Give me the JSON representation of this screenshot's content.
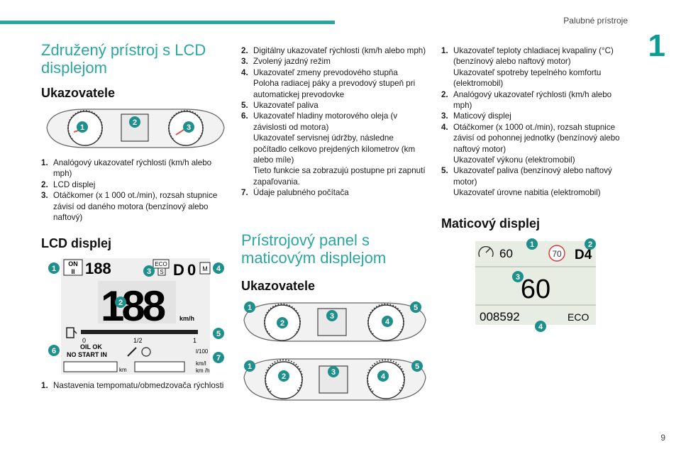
{
  "header": {
    "running_title": "Palubné prístroje",
    "chapter": "1",
    "page_number": "9"
  },
  "col1": {
    "section_title": "Združený prístroj s LCD displejom",
    "sub1": "Ukazovatele",
    "list1": [
      {
        "n": "1.",
        "text": "Analógový ukazovateľ rýchlosti (km/h alebo mph)"
      },
      {
        "n": "2.",
        "text": "LCD displej"
      },
      {
        "n": "3.",
        "text": "Otáčkomer (x 1 000 ot./min), rozsah stupnice závisí od daného motora (benzínový alebo naftový)"
      }
    ],
    "sub2": "LCD displej",
    "list2": [
      {
        "n": "1.",
        "text": "Nastavenia tempomatu/obmedzovača rýchlosti"
      }
    ]
  },
  "col2": {
    "list1": [
      {
        "n": "2.",
        "lines": [
          "Digitálny ukazovateľ rýchlosti (km/h alebo mph)"
        ]
      },
      {
        "n": "3.",
        "lines": [
          "Zvolený jazdný režim"
        ]
      },
      {
        "n": "4.",
        "lines": [
          "Ukazovateľ zmeny prevodového stupňa",
          "Poloha radiacej páky a prevodový stupeň pri automatickej prevodovke"
        ]
      },
      {
        "n": "5.",
        "lines": [
          "Ukazovateľ paliva"
        ]
      },
      {
        "n": "6.",
        "lines": [
          "Ukazovateľ hladiny motorového oleja (v závislosti od motora)",
          "Ukazovateľ servisnej údržby, následne počítadlo celkovo prejdených kilometrov (km alebo míle)",
          "Tieto funkcie sa zobrazujú postupne pri zapnutí zapaľovania."
        ]
      },
      {
        "n": "7.",
        "lines": [
          "Údaje palubného počítača"
        ]
      }
    ],
    "section_title": "Prístrojový panel s maticovým displejom",
    "sub1": "Ukazovatele"
  },
  "col3": {
    "list1": [
      {
        "n": "1.",
        "lines": [
          "Ukazovateľ teploty chladiacej kvapaliny (°C) (benzínový alebo naftový motor)",
          "Ukazovateľ spotreby tepelného komfortu (elektromobil)"
        ]
      },
      {
        "n": "2.",
        "lines": [
          "Analógový ukazovateľ rýchlosti (km/h alebo mph)"
        ]
      },
      {
        "n": "3.",
        "lines": [
          "Maticový displej"
        ]
      },
      {
        "n": "4.",
        "lines": [
          "Otáčkomer (x 1000 ot./min), rozsah stupnice závisí od pohonnej jednotky (benzínový alebo naftový motor)",
          "Ukazovateľ výkonu (elektromobil)"
        ]
      },
      {
        "n": "5.",
        "lines": [
          "Ukazovateľ paliva (benzínový alebo naftový motor)",
          "Ukazovateľ úrovne nabitia (elektromobil)"
        ]
      }
    ],
    "sub1": "Maticový displej"
  },
  "lcd_display": {
    "on": "ON",
    "pause": "II",
    "eco": "ECO",
    "s": "S",
    "d": "D",
    "m": "M",
    "speed": "188",
    "km_h": "km/h",
    "half": "1/2",
    "zero": "0",
    "one": "1",
    "oil_ok": "OIL OK",
    "no_start_in": "NO START IN",
    "km": "km",
    "l100": "l/100",
    "km_l": "km/l",
    "km_h2": "km /h"
  },
  "matrix_display": {
    "cruise_speed": "60",
    "speed_limit": "70",
    "gear": "D4",
    "speed": "60",
    "odometer": "008592",
    "mode": "ECO"
  },
  "callouts": [
    "1",
    "2",
    "3",
    "4",
    "5",
    "6",
    "7"
  ],
  "icons": [
    "speedometer-dial-icon",
    "tachometer-dial-icon",
    "fuel-pump-icon",
    "wrench-icon",
    "cruise-control-icon",
    "speed-limit-sign-icon"
  ],
  "colors": {
    "accent": "#2aa6a2",
    "callout": "#1f8f8b"
  }
}
